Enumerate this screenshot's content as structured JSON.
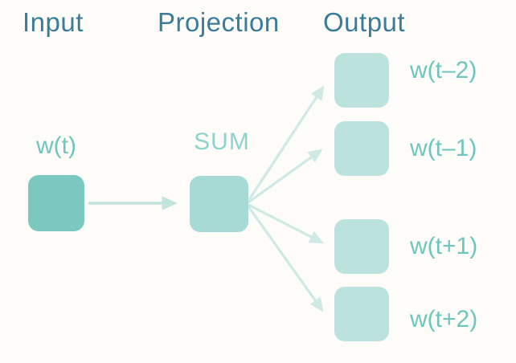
{
  "columns": {
    "input": {
      "header": "Input"
    },
    "projection": {
      "header": "Projection"
    },
    "output": {
      "header": "Output"
    }
  },
  "nodes": {
    "input": {
      "label": "w(t)"
    },
    "projection": {
      "label": "SUM"
    },
    "outputs": [
      {
        "label": "w(t–2)"
      },
      {
        "label": "w(t–1)"
      },
      {
        "label": "w(t+1)"
      },
      {
        "label": "w(t+2)"
      }
    ]
  },
  "colors": {
    "background": "#fdfcf8",
    "header_text": "#3b7c98",
    "input_node": "#7bc8c0",
    "projection_node": "#a7dad4",
    "output_node": "#bce2de",
    "node_label": "#6fc6bc",
    "sum_label": "#8ed3ca",
    "arrow": "#cfe9e4",
    "arrow_main": "#c3e4de"
  }
}
